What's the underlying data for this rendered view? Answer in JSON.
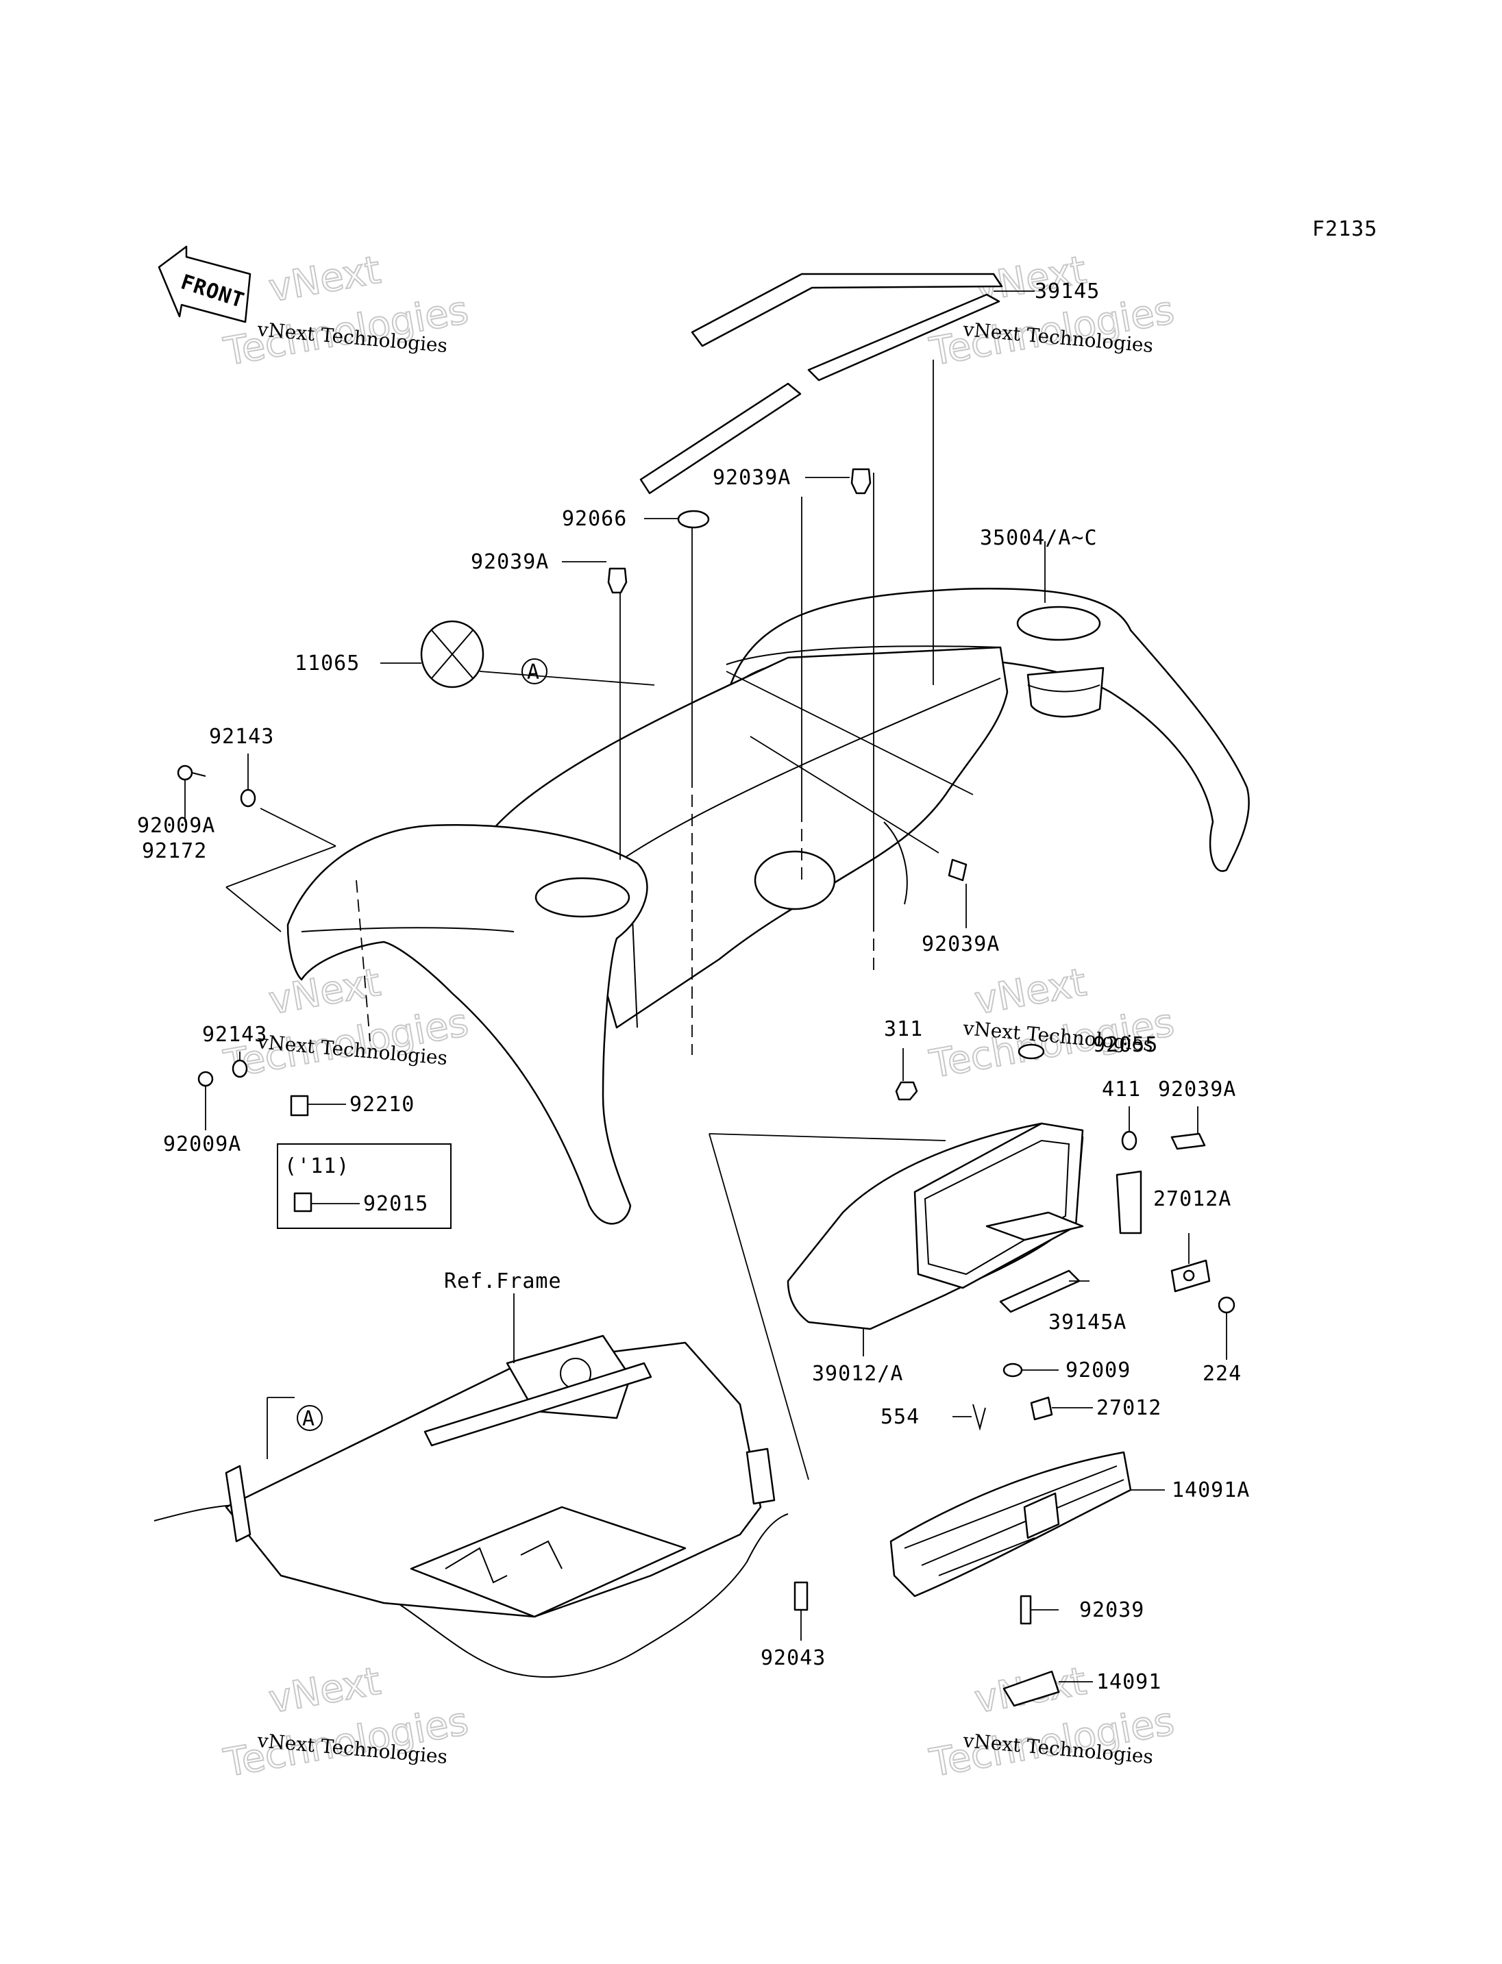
{
  "figure_code": "F2135",
  "front_indicator": "FRONT",
  "ref_frame_label": "Ref.Frame",
  "callout_letter": "A",
  "year_box_label": "('11)",
  "parts": [
    "39145",
    "92039A",
    "92066",
    "35004/A~C",
    "92039A",
    "11065",
    "92143",
    "92009A",
    "92172",
    "92039A",
    "92143",
    "92009A",
    "92210",
    "92015",
    "311",
    "92055",
    "411",
    "92039A",
    "27012A",
    "39145A",
    "224",
    "39012/A",
    "92009",
    "554",
    "27012",
    "14091A",
    "92039",
    "14091",
    "92043"
  ],
  "watermark": {
    "line1": "vNext Technologies",
    "line2": "vNext",
    "line3": "Technologies"
  }
}
